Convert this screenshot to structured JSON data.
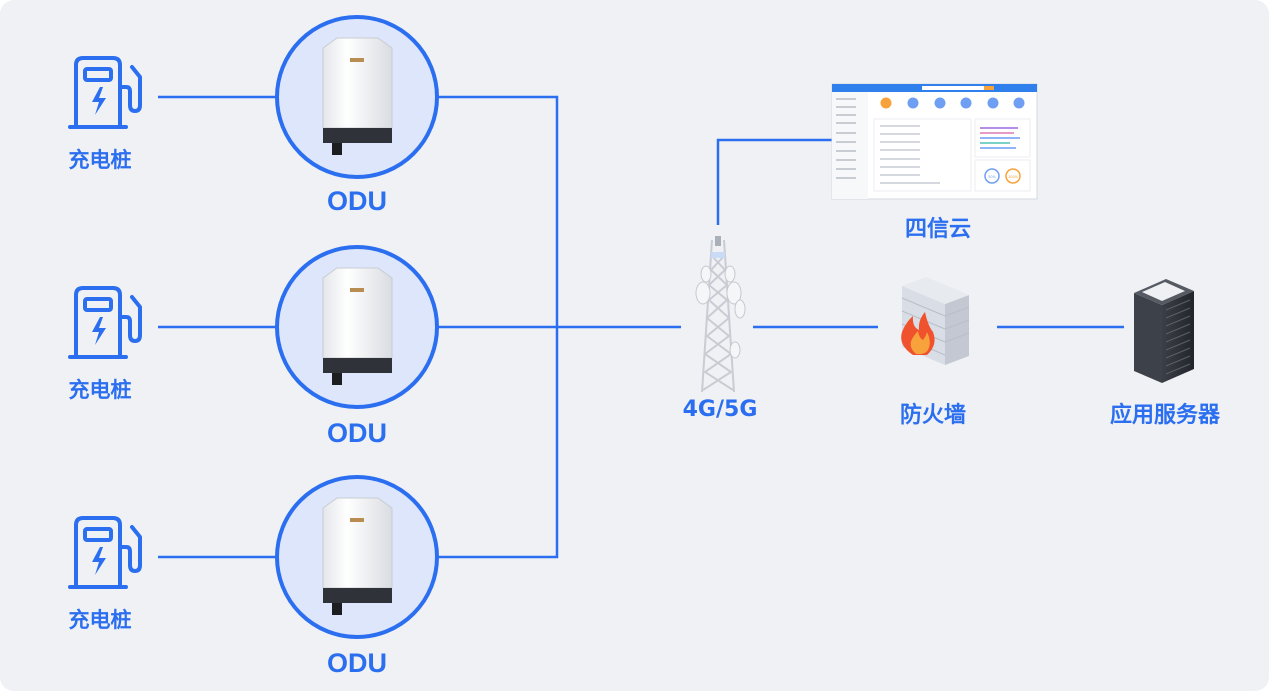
{
  "nodes": {
    "chargers": [
      {
        "label": "充电桩",
        "icon": "ev-charger-icon"
      },
      {
        "label": "充电桩",
        "icon": "ev-charger-icon"
      },
      {
        "label": "充电桩",
        "icon": "ev-charger-icon"
      }
    ],
    "odus": [
      {
        "label": "ODU",
        "icon": "odu-device-icon"
      },
      {
        "label": "ODU",
        "icon": "odu-device-icon"
      },
      {
        "label": "ODU",
        "icon": "odu-device-icon"
      }
    ],
    "tower": {
      "label": "4G/5G",
      "icon": "cell-tower-icon"
    },
    "cloud": {
      "label": "四信云",
      "icon": "cloud-dashboard-icon"
    },
    "firewall": {
      "label": "防火墙",
      "icon": "firewall-icon"
    },
    "server": {
      "label": "应用服务器",
      "icon": "server-rack-icon"
    }
  },
  "dashboard_card_values": [
    "50%",
    "100%"
  ],
  "colors": {
    "background": "#eff1f5",
    "line": "#2b6ff0",
    "circle_fill": "#dde6fb",
    "accent_orange": "#f7a23b",
    "fire": "#f0522d"
  }
}
